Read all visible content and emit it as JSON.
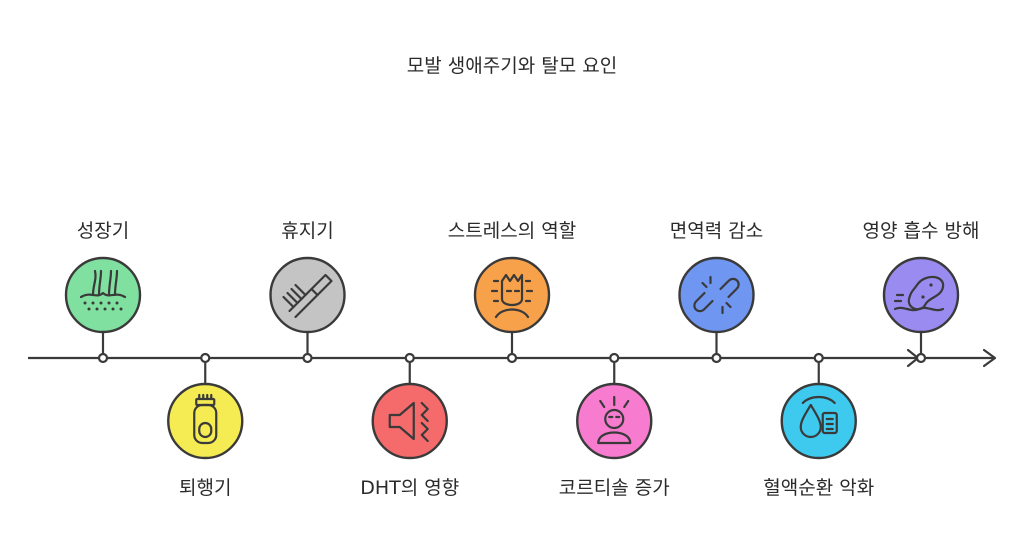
{
  "title": "모발 생애주기와 탈모 요인",
  "steps": [
    {
      "label": "성장기",
      "color": "#7fe0a0",
      "icon": "hair-follicle-icon"
    },
    {
      "label": "퇴행기",
      "color": "#f5ec53",
      "icon": "hair-clipper-icon"
    },
    {
      "label": "휴지기",
      "color": "#c4c4c4",
      "icon": "comb-icon"
    },
    {
      "label": "DHT의 영향",
      "color": "#f56a6a",
      "icon": "megaphone-icon"
    },
    {
      "label": "스트레스의 역할",
      "color": "#f7a14a",
      "icon": "stressed-face-icon"
    },
    {
      "label": "코르티솔 증가",
      "color": "#f77ccf",
      "icon": "stressed-person-icon"
    },
    {
      "label": "면역력 감소",
      "color": "#6f96f0",
      "icon": "broken-link-icon"
    },
    {
      "label": "혈액순환 악화",
      "color": "#3ec9ee",
      "icon": "blood-drop-chip-icon"
    },
    {
      "label": "영양 흡수 방해",
      "color": "#9a8bf0",
      "icon": "food-absorption-icon"
    }
  ]
}
